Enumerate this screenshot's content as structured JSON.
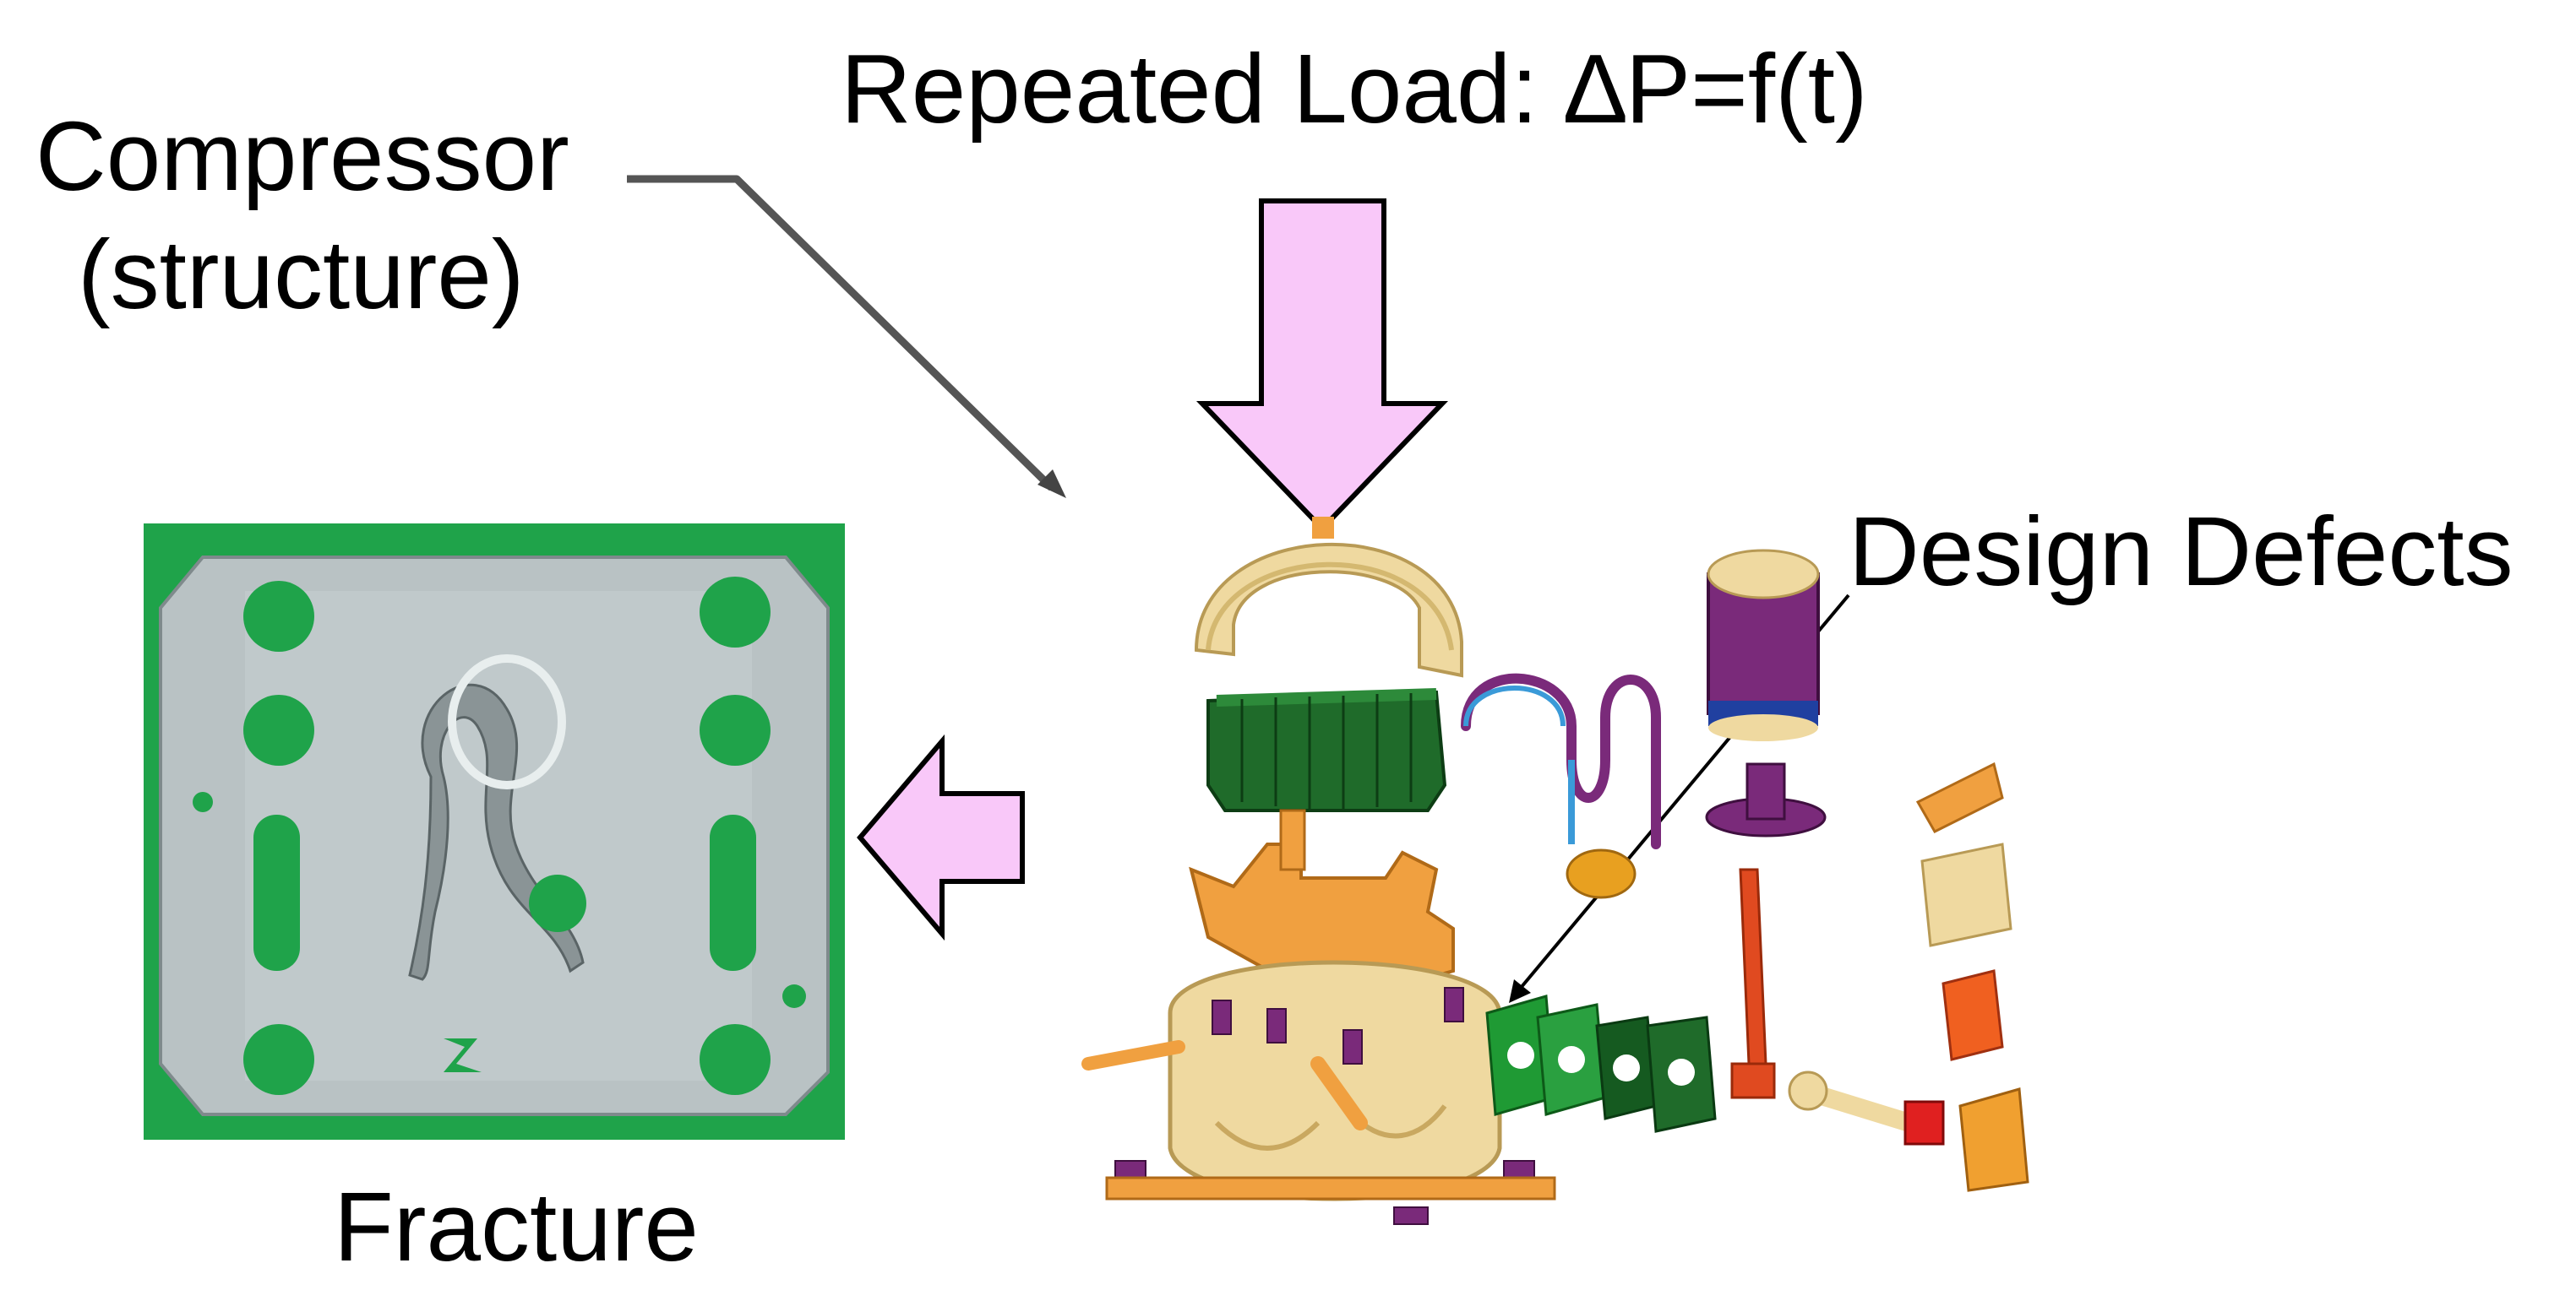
{
  "labels": {
    "repeated_load": "Repeated Load: ∆P=f(t)",
    "compressor": "Compressor",
    "structure": "(structure)",
    "design_defects": "Design Defects",
    "fracture": "Fracture"
  },
  "colors": {
    "arrow_fill": "#f9c8f9",
    "arrow_stroke": "#000000",
    "valve_background": "#1fa34a",
    "valve_plate": "#b9c2c4",
    "compressor_shell": "#efd9a0",
    "compressor_orange": "#f0a040",
    "compressor_green": "#1f6b2a",
    "compressor_purple": "#7a2a7a",
    "compressor_red": "#e04a20",
    "pipe_blue": "#3a9ad8"
  }
}
